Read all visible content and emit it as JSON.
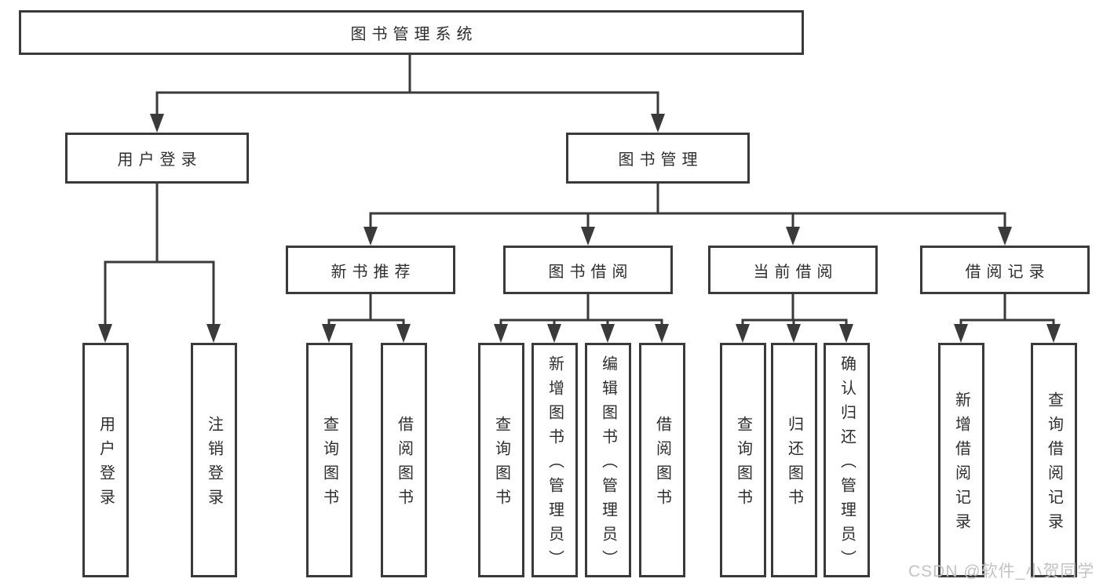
{
  "root_label": "图书管理系统",
  "level1_labels": [
    "用户登录",
    "图书管理"
  ],
  "level2_labels": [
    "新书推荐",
    "图书借阅",
    "当前借阅",
    "借阅记录"
  ],
  "leaf_labels": {
    "user_login": [
      "用户登录",
      "注销登录"
    ],
    "new_book_recommend": [
      "查询图书",
      "借阅图书"
    ],
    "book_borrow": [
      "查询图书",
      "新增图书（管理员）",
      "编辑图书（管理员）",
      "借阅图书"
    ],
    "current_borrow": [
      "查询图书",
      "归还图书",
      "确认归还（管理员）"
    ],
    "borrow_records": [
      "新增借阅记录",
      "查询借阅记录"
    ]
  },
  "watermark": "CSDN @软件_小贺同学",
  "colors": {
    "line": "#3a3a3a",
    "text": "#2e2e2e",
    "background": "#ffffff",
    "watermark": "#c3c3c3"
  }
}
